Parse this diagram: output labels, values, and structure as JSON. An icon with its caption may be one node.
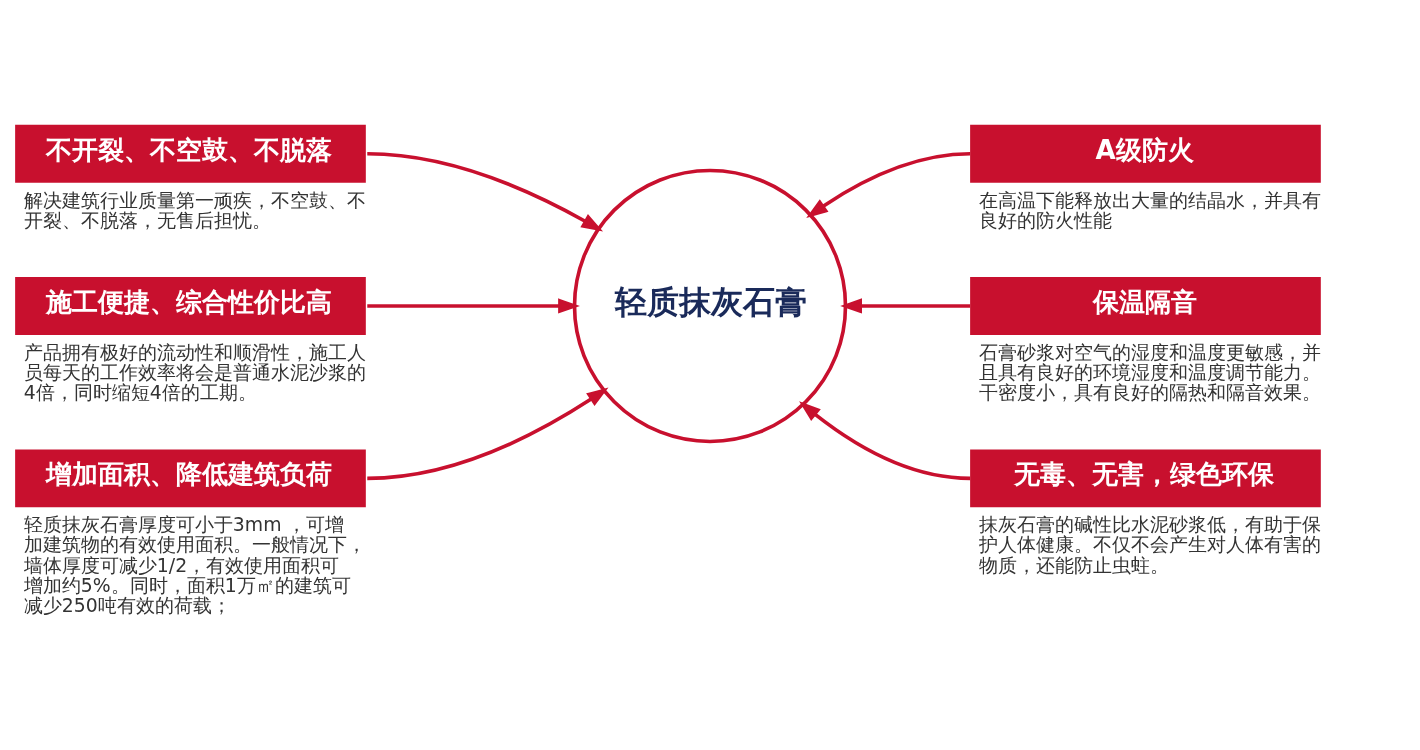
{
  "diagram": {
    "nodes": [
      {
        "text": [
          "不开裂、不空鼓、不脱落"
        ],
        "beside": [
          "解决建筑行业质量第一顽疾，不空鼓、不开裂、不脱落，无售后担忧。"
        ]
      },
      {
        "text": [
          "A级防火"
        ],
        "beside": [
          "在高温下能释放出大量的结晶水，并具有良好的防火性能"
        ]
      },
      {
        "text": [
          "施工便捷、综合性价比高"
        ],
        "beside": [
          "产品拥有极好的流动性和顺滑性，施工人员每天的工作效率将会是普通水泥沙浆的4倍，同时缩短4倍的工期。"
        ]
      },
      {
        "text": [
          "轻质抹灰石膏"
        ]
      },
      {
        "text": [
          "保温隔音"
        ],
        "beside": [
          "石膏砂浆对空气的湿度和温度更敏感，并且具有良好的环境湿度和温度调节能力。干密度小，具有良好的隔热和隔音效果。"
        ]
      },
      {
        "text": [
          "增加面积、降低建筑负荷"
        ],
        "beside": [
          "轻质抹灰石膏厚度可小于3mm ，可增加建筑物的有效使用面积。一般情况下，墙体厚度可减少1/2，有效使用面积可增加约5%。同时，面积1万㎡的建筑可减少250吨有效的荷载；"
        ]
      },
      {
        "text": [
          "无毒、无害，绿色环保"
        ],
        "beside": [
          "抹灰石膏的碱性比水泥砂浆低，有助于保护人体健康。不仅不会产生对人体有害的物质，还能防止虫蛀。"
        ]
      }
    ],
    "edges": [
      {
        "from": 0,
        "to": 3,
        "arrow": "to"
      },
      {
        "from": 1,
        "to": 3,
        "arrow": "to"
      },
      {
        "from": 2,
        "to": 3,
        "arrow": "to"
      },
      {
        "from": 4,
        "to": 3,
        "arrow": "to"
      },
      {
        "from": 5,
        "to": 3,
        "arrow": "to"
      },
      {
        "from": 6,
        "to": 3,
        "arrow": "to"
      }
    ]
  }
}
